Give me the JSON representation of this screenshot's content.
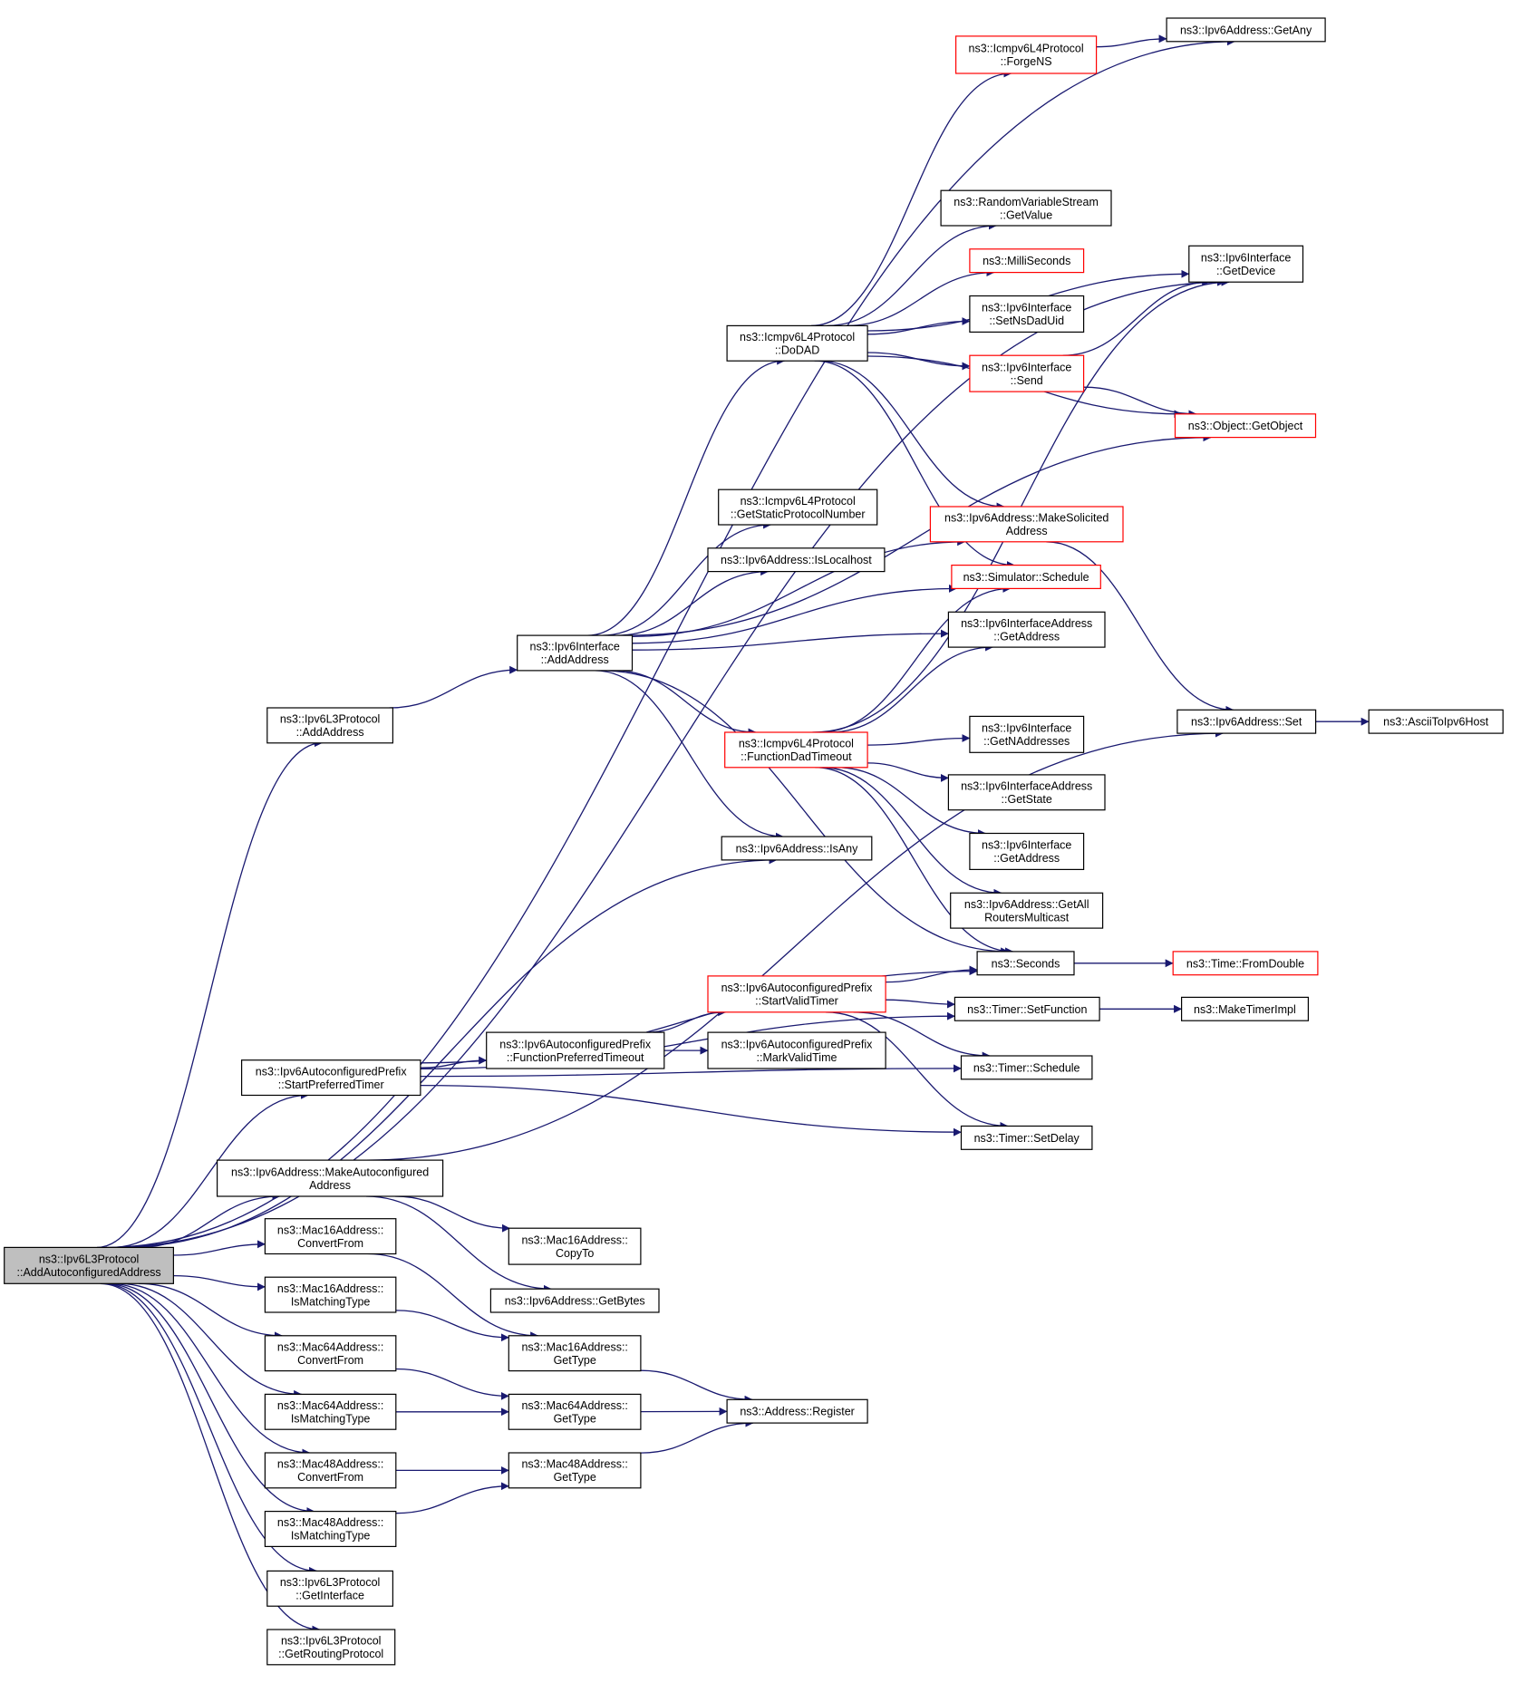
{
  "colors": {
    "edge": "#191970",
    "box_border": "#000000",
    "truncated_border": "#ff0000",
    "root_fill": "#bfbfbf",
    "fill": "#ffffff"
  },
  "nodes": [
    {
      "id": "root",
      "lines": [
        "ns3::Ipv6L3Protocol",
        "::AddAutoconfiguredAddress"
      ],
      "style": "root"
    },
    {
      "id": "l3_addaddress",
      "lines": [
        "ns3::Ipv6L3Protocol",
        "::AddAddress"
      ],
      "style": "normal"
    },
    {
      "id": "if_addaddress",
      "lines": [
        "ns3::Ipv6Interface",
        "::AddAddress"
      ],
      "style": "normal"
    },
    {
      "id": "icmp_dodad",
      "lines": [
        "ns3::Icmpv6L4Protocol",
        "::DoDAD"
      ],
      "style": "normal"
    },
    {
      "id": "icmp_forgens",
      "lines": [
        "ns3::Icmpv6L4Protocol",
        "::ForgeNS"
      ],
      "style": "truncated"
    },
    {
      "id": "getany",
      "lines": [
        "ns3::Ipv6Address::GetAny"
      ],
      "style": "normal"
    },
    {
      "id": "if_getdevice",
      "lines": [
        "ns3::Ipv6Interface",
        "::GetDevice"
      ],
      "style": "normal"
    },
    {
      "id": "rvs_getvalue",
      "lines": [
        "ns3::RandomVariableStream",
        "::GetValue"
      ],
      "style": "normal"
    },
    {
      "id": "milliseconds",
      "lines": [
        "ns3::MilliSeconds"
      ],
      "style": "truncated"
    },
    {
      "id": "if_setnsdaduid",
      "lines": [
        "ns3::Ipv6Interface",
        "::SetNsDadUid"
      ],
      "style": "normal"
    },
    {
      "id": "if_send",
      "lines": [
        "ns3::Ipv6Interface",
        "::Send"
      ],
      "style": "truncated"
    },
    {
      "id": "getobject",
      "lines": [
        "ns3::Object::GetObject"
      ],
      "style": "truncated"
    },
    {
      "id": "icmp_getstaticprotonum",
      "lines": [
        "ns3::Icmpv6L4Protocol",
        "::GetStaticProtocolNumber"
      ],
      "style": "normal"
    },
    {
      "id": "islocalhost",
      "lines": [
        "ns3::Ipv6Address::IsLocalhost"
      ],
      "style": "normal"
    },
    {
      "id": "makesolicited",
      "lines": [
        "ns3::Ipv6Address::MakeSolicited",
        "Address"
      ],
      "style": "truncated"
    },
    {
      "id": "sim_schedule",
      "lines": [
        "ns3::Simulator::Schedule"
      ],
      "style": "truncated"
    },
    {
      "id": "ifaddr_getaddress",
      "lines": [
        "ns3::Ipv6InterfaceAddress",
        "::GetAddress"
      ],
      "style": "normal"
    },
    {
      "id": "icmp_functiondadtimeout",
      "lines": [
        "ns3::Icmpv6L4Protocol",
        "::FunctionDadTimeout"
      ],
      "style": "truncated"
    },
    {
      "id": "if_getnaddresses",
      "lines": [
        "ns3::Ipv6Interface",
        "::GetNAddresses"
      ],
      "style": "normal"
    },
    {
      "id": "ifaddr_getstate",
      "lines": [
        "ns3::Ipv6InterfaceAddress",
        "::GetState"
      ],
      "style": "normal"
    },
    {
      "id": "if_getaddress",
      "lines": [
        "ns3::Ipv6Interface",
        "::GetAddress"
      ],
      "style": "normal"
    },
    {
      "id": "getallrouters",
      "lines": [
        "ns3::Ipv6Address::GetAll",
        "RoutersMulticast"
      ],
      "style": "normal"
    },
    {
      "id": "isany",
      "lines": [
        "ns3::Ipv6Address::IsAny"
      ],
      "style": "normal"
    },
    {
      "id": "seconds",
      "lines": [
        "ns3::Seconds"
      ],
      "style": "normal"
    },
    {
      "id": "fromdouble",
      "lines": [
        "ns3::Time::FromDouble"
      ],
      "style": "truncated"
    },
    {
      "id": "addr_set",
      "lines": [
        "ns3::Ipv6Address::Set"
      ],
      "style": "normal"
    },
    {
      "id": "asciitoipv6host",
      "lines": [
        "ns3::AsciiToIpv6Host"
      ],
      "style": "normal"
    },
    {
      "id": "startvalidtimer",
      "lines": [
        "ns3::Ipv6AutoconfiguredPrefix",
        "::StartValidTimer"
      ],
      "style": "truncated"
    },
    {
      "id": "timer_setfunction",
      "lines": [
        "ns3::Timer::SetFunction"
      ],
      "style": "normal"
    },
    {
      "id": "maketimerimpl",
      "lines": [
        "ns3::MakeTimerImpl"
      ],
      "style": "normal"
    },
    {
      "id": "startpreferredtimer",
      "lines": [
        "ns3::Ipv6AutoconfiguredPrefix",
        "::StartPreferredTimer"
      ],
      "style": "normal"
    },
    {
      "id": "functionpreferredtimeout",
      "lines": [
        "ns3::Ipv6AutoconfiguredPrefix",
        "::FunctionPreferredTimeout"
      ],
      "style": "normal"
    },
    {
      "id": "markvalidtime",
      "lines": [
        "ns3::Ipv6AutoconfiguredPrefix",
        "::MarkValidTime"
      ],
      "style": "normal"
    },
    {
      "id": "timer_schedule",
      "lines": [
        "ns3::Timer::Schedule"
      ],
      "style": "normal"
    },
    {
      "id": "timer_setdelay",
      "lines": [
        "ns3::Timer::SetDelay"
      ],
      "style": "normal"
    },
    {
      "id": "makeautoconfigured",
      "lines": [
        "ns3::Ipv6Address::MakeAutoconfigured",
        "Address"
      ],
      "style": "normal"
    },
    {
      "id": "mac16_copyto",
      "lines": [
        "ns3::Mac16Address::",
        "CopyTo"
      ],
      "style": "normal"
    },
    {
      "id": "mac16_convertfrom",
      "lines": [
        "ns3::Mac16Address::",
        "ConvertFrom"
      ],
      "style": "normal"
    },
    {
      "id": "getbytes",
      "lines": [
        "ns3::Ipv6Address::GetBytes"
      ],
      "style": "normal"
    },
    {
      "id": "mac16_ismatchingtype",
      "lines": [
        "ns3::Mac16Address::",
        "IsMatchingType"
      ],
      "style": "normal"
    },
    {
      "id": "mac16_gettype",
      "lines": [
        "ns3::Mac16Address::",
        "GetType"
      ],
      "style": "normal"
    },
    {
      "id": "mac64_convertfrom",
      "lines": [
        "ns3::Mac64Address::",
        "ConvertFrom"
      ],
      "style": "normal"
    },
    {
      "id": "mac64_ismatchingtype",
      "lines": [
        "ns3::Mac64Address::",
        "IsMatchingType"
      ],
      "style": "normal"
    },
    {
      "id": "mac64_gettype",
      "lines": [
        "ns3::Mac64Address::",
        "GetType"
      ],
      "style": "normal"
    },
    {
      "id": "address_register",
      "lines": [
        "ns3::Address::Register"
      ],
      "style": "normal"
    },
    {
      "id": "mac48_convertfrom",
      "lines": [
        "ns3::Mac48Address::",
        "ConvertFrom"
      ],
      "style": "normal"
    },
    {
      "id": "mac48_gettype",
      "lines": [
        "ns3::Mac48Address::",
        "GetType"
      ],
      "style": "normal"
    },
    {
      "id": "mac48_ismatchingtype",
      "lines": [
        "ns3::Mac48Address::",
        "IsMatchingType"
      ],
      "style": "normal"
    },
    {
      "id": "l3_getinterface",
      "lines": [
        "ns3::Ipv6L3Protocol",
        "::GetInterface"
      ],
      "style": "normal"
    },
    {
      "id": "l3_getroutingprotocol",
      "lines": [
        "ns3::Ipv6L3Protocol",
        "::GetRoutingProtocol"
      ],
      "style": "normal"
    }
  ],
  "edges": [
    [
      "root",
      "getany"
    ],
    [
      "root",
      "if_getdevice"
    ],
    [
      "root",
      "l3_addaddress"
    ],
    [
      "root",
      "isany"
    ],
    [
      "root",
      "startpreferredtimer"
    ],
    [
      "root",
      "makeautoconfigured"
    ],
    [
      "root",
      "mac16_convertfrom"
    ],
    [
      "root",
      "mac16_ismatchingtype"
    ],
    [
      "root",
      "mac64_convertfrom"
    ],
    [
      "root",
      "mac64_ismatchingtype"
    ],
    [
      "root",
      "mac48_convertfrom"
    ],
    [
      "root",
      "mac48_ismatchingtype"
    ],
    [
      "root",
      "l3_getinterface"
    ],
    [
      "root",
      "l3_getroutingprotocol"
    ],
    [
      "l3_addaddress",
      "if_addaddress"
    ],
    [
      "if_addaddress",
      "icmp_dodad"
    ],
    [
      "if_addaddress",
      "getobject"
    ],
    [
      "if_addaddress",
      "icmp_getstaticprotonum"
    ],
    [
      "if_addaddress",
      "islocalhost"
    ],
    [
      "if_addaddress",
      "makesolicited"
    ],
    [
      "if_addaddress",
      "sim_schedule"
    ],
    [
      "if_addaddress",
      "ifaddr_getaddress"
    ],
    [
      "if_addaddress",
      "icmp_functiondadtimeout"
    ],
    [
      "if_addaddress",
      "isany"
    ],
    [
      "if_addaddress",
      "seconds"
    ],
    [
      "icmp_dodad",
      "icmp_forgens"
    ],
    [
      "icmp_dodad",
      "if_getdevice"
    ],
    [
      "icmp_dodad",
      "rvs_getvalue"
    ],
    [
      "icmp_dodad",
      "milliseconds"
    ],
    [
      "icmp_dodad",
      "if_setnsdaduid"
    ],
    [
      "icmp_dodad",
      "if_send"
    ],
    [
      "icmp_dodad",
      "getobject"
    ],
    [
      "icmp_dodad",
      "makesolicited"
    ],
    [
      "icmp_dodad",
      "sim_schedule"
    ],
    [
      "icmp_forgens",
      "getany"
    ],
    [
      "if_send",
      "if_getdevice"
    ],
    [
      "if_send",
      "getobject"
    ],
    [
      "makesolicited",
      "addr_set"
    ],
    [
      "addr_set",
      "asciitoipv6host"
    ],
    [
      "icmp_functiondadtimeout",
      "if_getdevice"
    ],
    [
      "icmp_functiondadtimeout",
      "sim_schedule"
    ],
    [
      "icmp_functiondadtimeout",
      "ifaddr_getaddress"
    ],
    [
      "icmp_functiondadtimeout",
      "if_getnaddresses"
    ],
    [
      "icmp_functiondadtimeout",
      "ifaddr_getstate"
    ],
    [
      "icmp_functiondadtimeout",
      "if_getaddress"
    ],
    [
      "icmp_functiondadtimeout",
      "getallrouters"
    ],
    [
      "icmp_functiondadtimeout",
      "seconds"
    ],
    [
      "seconds",
      "fromdouble"
    ],
    [
      "startvalidtimer",
      "seconds"
    ],
    [
      "startvalidtimer",
      "timer_setfunction"
    ],
    [
      "startvalidtimer",
      "timer_schedule"
    ],
    [
      "startvalidtimer",
      "timer_setdelay"
    ],
    [
      "timer_setfunction",
      "maketimerimpl"
    ],
    [
      "startpreferredtimer",
      "seconds"
    ],
    [
      "startpreferredtimer",
      "timer_setfunction"
    ],
    [
      "startpreferredtimer",
      "functionpreferredtimeout"
    ],
    [
      "startpreferredtimer",
      "timer_schedule"
    ],
    [
      "startpreferredtimer",
      "timer_setdelay"
    ],
    [
      "functionpreferredtimeout",
      "startvalidtimer"
    ],
    [
      "functionpreferredtimeout",
      "markvalidtime"
    ],
    [
      "makeautoconfigured",
      "addr_set"
    ],
    [
      "makeautoconfigured",
      "mac16_copyto"
    ],
    [
      "makeautoconfigured",
      "getbytes"
    ],
    [
      "mac16_convertfrom",
      "mac16_gettype"
    ],
    [
      "mac16_ismatchingtype",
      "mac16_gettype"
    ],
    [
      "mac16_gettype",
      "address_register"
    ],
    [
      "mac64_convertfrom",
      "mac64_gettype"
    ],
    [
      "mac64_ismatchingtype",
      "mac64_gettype"
    ],
    [
      "mac64_gettype",
      "address_register"
    ],
    [
      "mac48_convertfrom",
      "mac48_gettype"
    ],
    [
      "mac48_ismatchingtype",
      "mac48_gettype"
    ],
    [
      "mac48_gettype",
      "address_register"
    ]
  ]
}
